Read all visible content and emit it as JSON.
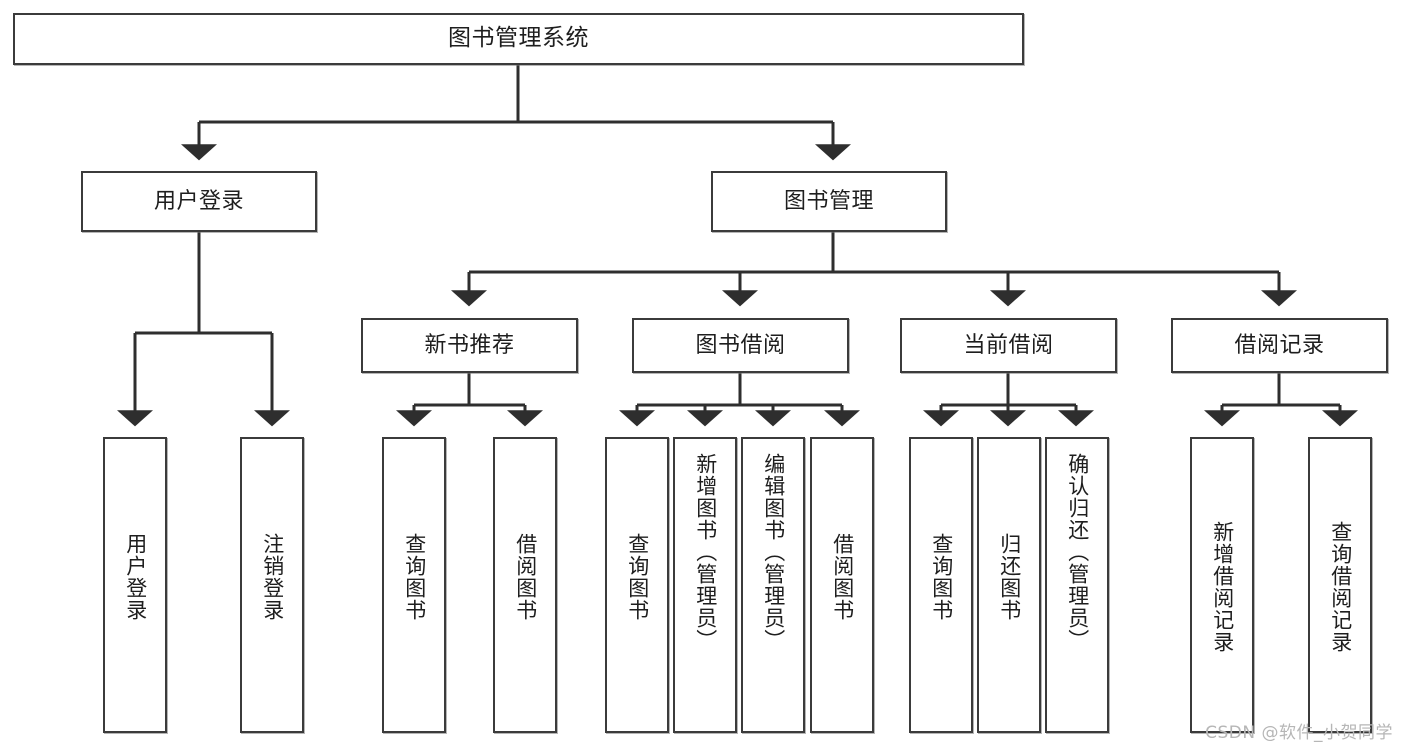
{
  "diagram": {
    "type": "tree-hierarchy",
    "title": "图书管理系统",
    "watermark": "CSDN @软件_小贺同学",
    "colors": {
      "box_border": "#3b3b3b",
      "box_fill": "#ffffff",
      "connector": "#2e2e2e",
      "text": "#1e1e1e",
      "watermark": "#b6b6b6"
    },
    "levels": {
      "root": {
        "label": "图书管理系统"
      },
      "level2": [
        {
          "label": "用户登录"
        },
        {
          "label": "图书管理"
        }
      ],
      "level3": [
        {
          "label": "新书推荐"
        },
        {
          "label": "图书借阅"
        },
        {
          "label": "当前借阅"
        },
        {
          "label": "借阅记录"
        }
      ],
      "leaves": {
        "user_login": [
          {
            "label": "用户登录"
          },
          {
            "label": "注销登录"
          }
        ],
        "new_book_recommend": [
          {
            "label": "查询图书"
          },
          {
            "label": "借阅图书"
          }
        ],
        "book_borrow": [
          {
            "label": "查询图书"
          },
          {
            "label": "新增图书（管理员）"
          },
          {
            "label": "编辑图书（管理员）"
          },
          {
            "label": "借阅图书"
          }
        ],
        "current_borrow": [
          {
            "label": "查询图书"
          },
          {
            "label": "归还图书"
          },
          {
            "label": "确认归还（管理员）"
          }
        ],
        "borrow_records": [
          {
            "label": "新增借阅记录"
          },
          {
            "label": "查询借阅记录"
          }
        ]
      }
    }
  }
}
